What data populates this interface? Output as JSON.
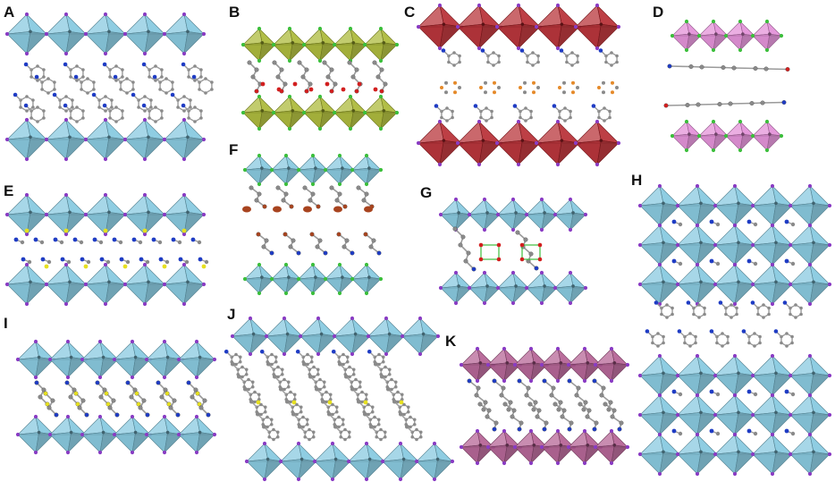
{
  "figure": {
    "panels": [
      {
        "letter": "A",
        "octa_color": "#7fc6de"
      },
      {
        "letter": "B",
        "octa_color": "#a7b52d"
      },
      {
        "letter": "C",
        "octa_color": "#b3242a"
      },
      {
        "letter": "D",
        "octa_color": "#e28ad6"
      },
      {
        "letter": "E",
        "octa_color": "#7fc6de"
      },
      {
        "letter": "F",
        "octa_color": "#7fc6de"
      },
      {
        "letter": "G",
        "octa_color": "#7fc6de"
      },
      {
        "letter": "H",
        "octa_color": "#7fc6de"
      },
      {
        "letter": "I",
        "octa_color": "#7fc6de"
      },
      {
        "letter": "J",
        "octa_color": "#7fc6de"
      },
      {
        "letter": "K",
        "octa_color": "#b05a8e"
      }
    ],
    "atom_colors": {
      "carbon": "#8a8a8a",
      "nitrogen": "#1f3cc4",
      "oxygen": "#d21f1f",
      "sulfur": "#e6e020",
      "bromine": "#a8441f",
      "fluorine": "#e58a2a",
      "halide_green": "#3cbf3c",
      "halide_purple": "#8a3cc4"
    }
  }
}
